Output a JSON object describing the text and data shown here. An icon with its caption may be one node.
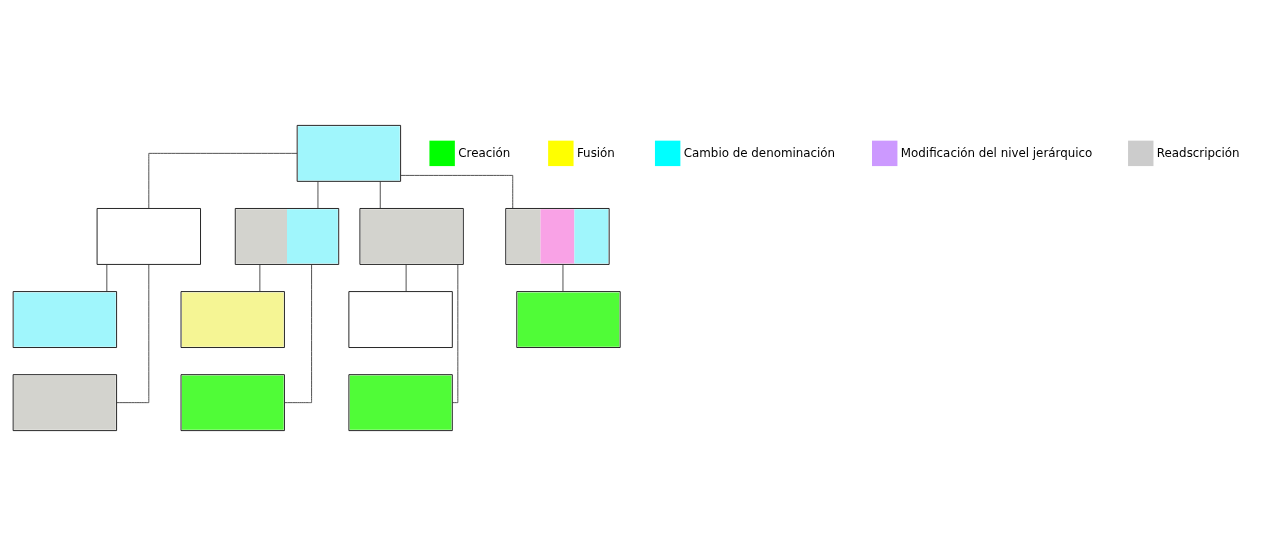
{
  "diagram": {
    "nodes": [
      {
        "text": [],
        "shape": "box"
      },
      {
        "text": [],
        "shape": "box"
      },
      {
        "text": [],
        "shape": "box"
      },
      {
        "text": [],
        "shape": "box"
      },
      {
        "text": [],
        "shape": "box"
      },
      {
        "text": [],
        "shape": "box"
      },
      {
        "text": [],
        "shape": "box"
      },
      {
        "text": [],
        "shape": "box"
      },
      {
        "text": [],
        "shape": "box"
      },
      {
        "text": [],
        "shape": "box"
      },
      {
        "text": [],
        "shape": "box"
      },
      {
        "text": [],
        "shape": "box"
      }
    ],
    "edges": [
      {
        "from": 0,
        "to": 1,
        "arrow": "none"
      },
      {
        "from": 0,
        "to": 2,
        "arrow": "none"
      },
      {
        "from": 0,
        "to": 3,
        "arrow": "none"
      },
      {
        "from": 0,
        "to": 4,
        "arrow": "none"
      },
      {
        "from": 1,
        "to": 5,
        "arrow": "none"
      },
      {
        "from": 1,
        "to": 9,
        "arrow": "none"
      },
      {
        "from": 2,
        "to": 6,
        "arrow": "none"
      },
      {
        "from": 2,
        "to": 10,
        "arrow": "none"
      },
      {
        "from": 3,
        "to": 7,
        "arrow": "none"
      },
      {
        "from": 3,
        "to": 11,
        "arrow": "none"
      },
      {
        "from": 4,
        "to": 8,
        "arrow": "none"
      }
    ],
    "legend": [
      {
        "text": "Creación",
        "color": "#00ff00"
      },
      {
        "text": "Fusión",
        "color": "#ffff00"
      },
      {
        "text": "Cambio de denominación",
        "color": "#00ffff"
      },
      {
        "text": "Modificación del nivel jerárquico",
        "color": "#cc99ff"
      },
      {
        "text": "Readscripción",
        "color": "#cccccc"
      }
    ]
  }
}
